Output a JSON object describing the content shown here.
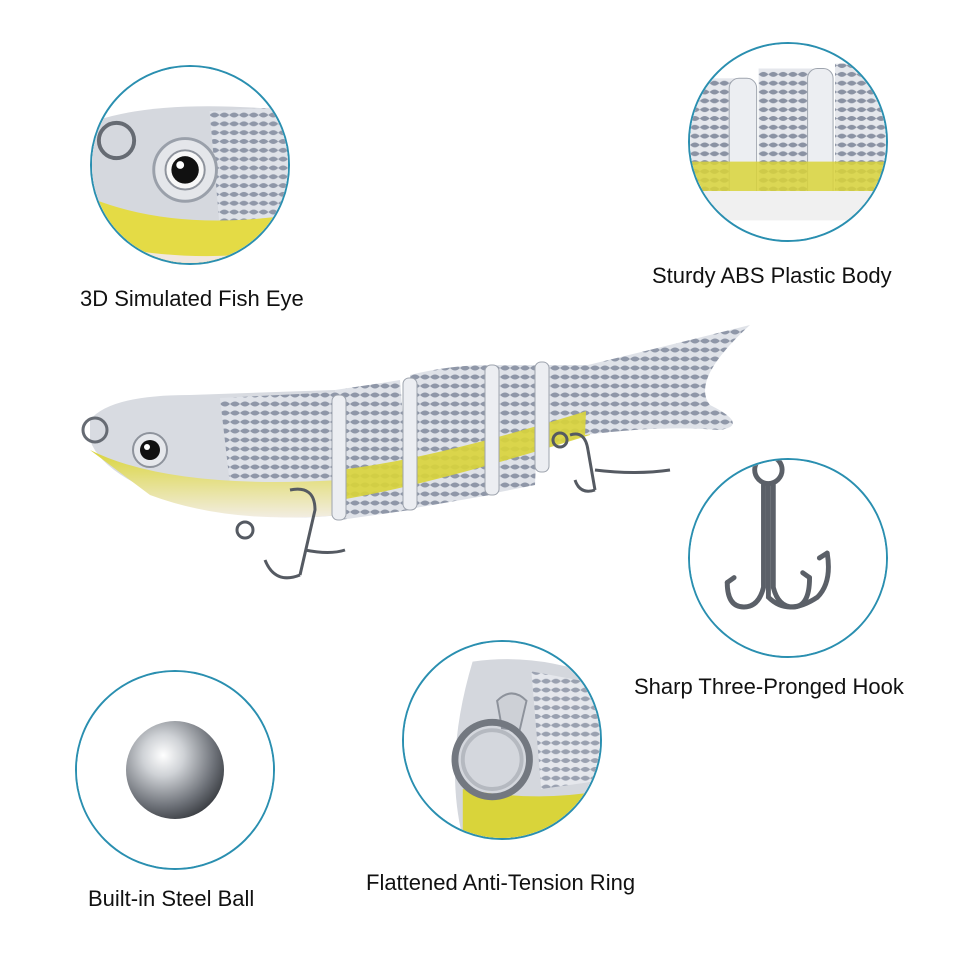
{
  "features": [
    {
      "id": "eye",
      "label": "3D Simulated Fish Eye"
    },
    {
      "id": "body",
      "label": "Sturdy ABS Plastic Body"
    },
    {
      "id": "hook",
      "label": "Sharp Three-Pronged Hook"
    },
    {
      "id": "ring",
      "label": "Flattened Anti-Tension Ring"
    },
    {
      "id": "ball",
      "label": "Built-in Steel Ball"
    }
  ],
  "colors": {
    "circle_border": "#2a8fb0",
    "lure_silver": "#c9ccd3",
    "lure_yellow": "#d9d43a",
    "lure_scale": "#8f97a8"
  },
  "icons": {
    "eye": "fish-eye-icon",
    "body": "segmented-body-icon",
    "hook": "treble-hook-icon",
    "ring": "split-ring-icon",
    "ball": "steel-ball-icon",
    "main": "swimbait-lure-icon"
  }
}
